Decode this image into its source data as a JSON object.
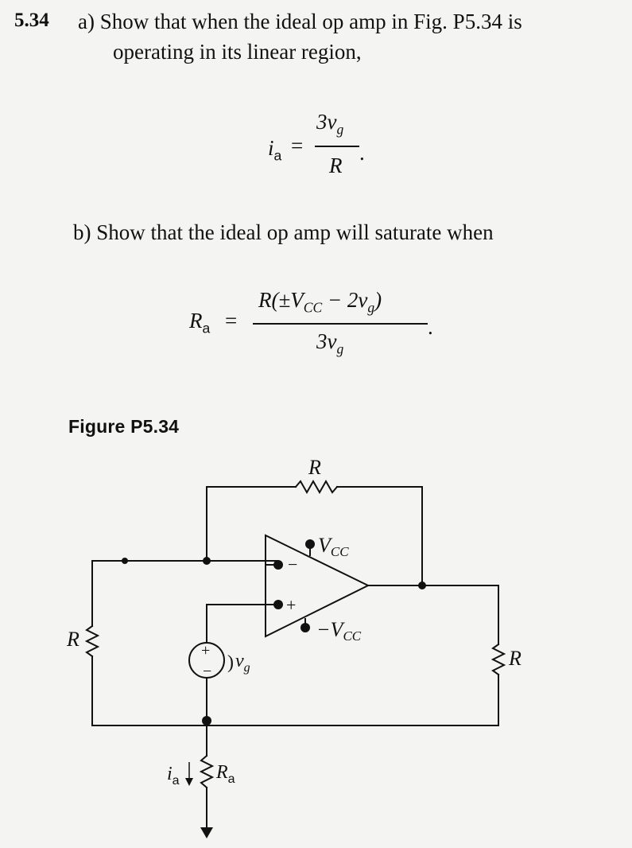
{
  "problem": {
    "number": "5.34",
    "part_a": {
      "label": "a)",
      "text_line1": "Show that when the ideal op amp in Fig. P5.34 is",
      "text_line2": "operating in its linear region,"
    },
    "equation_a": {
      "lhs": "i",
      "lhs_sub": "a",
      "equals": "=",
      "numerator": "3v",
      "numerator_sub": "g",
      "denominator": "R",
      "period": "."
    },
    "part_b": {
      "label": "b)",
      "text": "Show that the ideal op amp will saturate when"
    },
    "equation_b": {
      "lhs": "R",
      "lhs_sub": "a",
      "equals": "=",
      "numerator_start": "R(±V",
      "numerator_sub1": "CC",
      "numerator_mid": " − 2v",
      "numerator_sub2": "g",
      "numerator_end": ")",
      "denominator": "3v",
      "denominator_sub": "g",
      "period": "."
    }
  },
  "figure": {
    "label": "Figure P5.34",
    "labels": {
      "feedback_resistor": "R",
      "vcc_pos": "V",
      "vcc_pos_sub": "CC",
      "vcc_neg": "−V",
      "vcc_neg_sub": "CC",
      "left_resistor": "R",
      "right_resistor": "R",
      "source": "v",
      "source_sub": "g",
      "source_plus": "+",
      "source_minus": "−",
      "current": "i",
      "current_sub": "a",
      "ra_resistor": "R",
      "ra_resistor_sub": "a",
      "inverting_input": "−",
      "noninverting_input": "+"
    }
  }
}
